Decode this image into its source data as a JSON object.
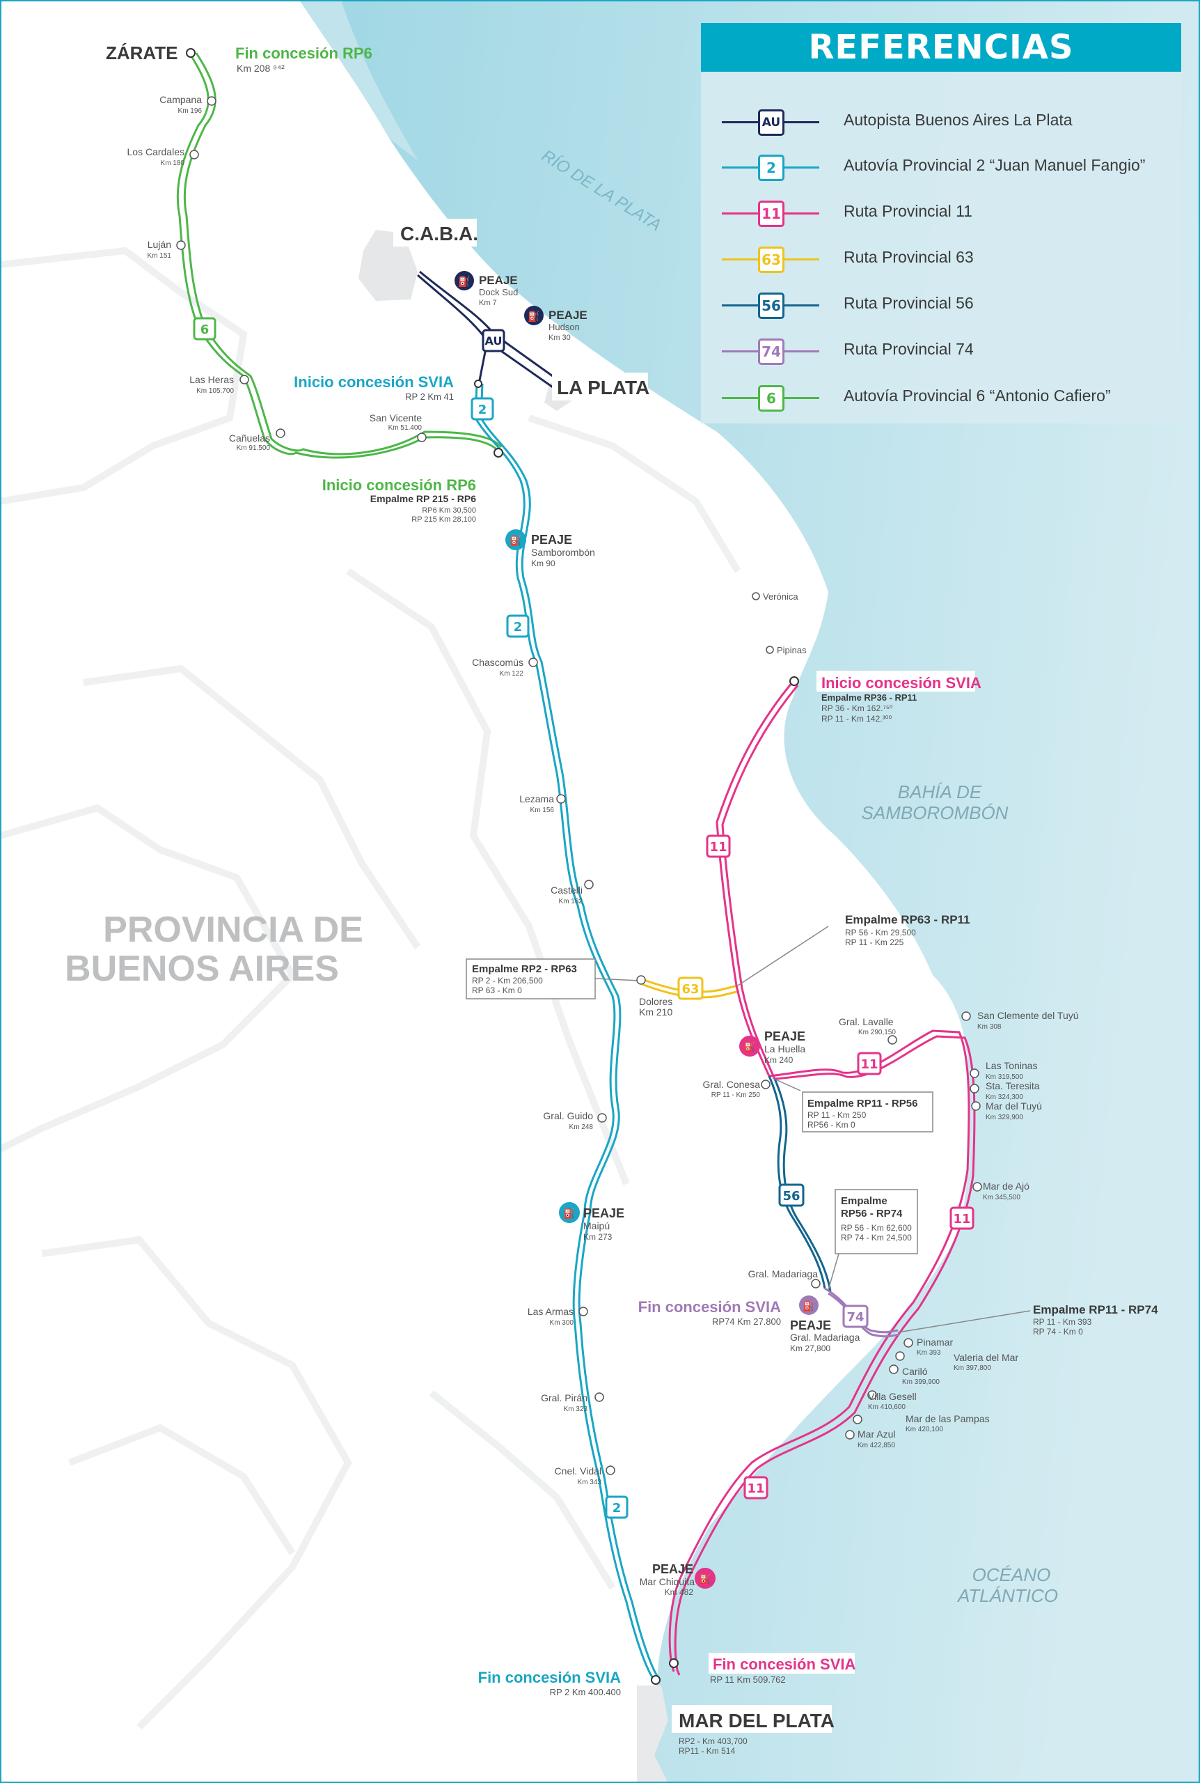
{
  "legend": {
    "title": "REFERENCIAS",
    "items": [
      {
        "code": "AU",
        "label": "Autopista Buenos Aires La Plata",
        "color": "#1e2a5a"
      },
      {
        "code": "2",
        "label": "Autovía Provincial 2 “Juan Manuel Fangio”",
        "color": "#1aa6c4"
      },
      {
        "code": "11",
        "label": "Ruta Provincial 11",
        "color": "#e5338a"
      },
      {
        "code": "63",
        "label": "Ruta Provincial 63",
        "color": "#f0c31b"
      },
      {
        "code": "56",
        "label": "Ruta Provincial 56",
        "color": "#13668f"
      },
      {
        "code": "74",
        "label": "Ruta Provincial 74",
        "color": "#a07ab8"
      },
      {
        "code": "6",
        "label": "Autovía Provincial 6 “Antonio Cafiero”",
        "color": "#4db748"
      }
    ]
  },
  "regions": {
    "province": "PROVINCIA DE",
    "province2": "BUENOS AIRES",
    "rio": "RÍO DE LA PLATA",
    "bahia": "BAHÍA DE",
    "bahia2": "SAMBOROMBÓN",
    "oceano": "OCÉANO",
    "oceano2": "ATLÁNTICO"
  },
  "cities": {
    "zarate": "ZÁRATE",
    "caba": "C.A.B.A.",
    "laplata": "LA PLATA",
    "mdp": "MAR DEL PLATA",
    "mdp_km1": "RP2 - Km 403,700",
    "mdp_km2": "RP11 - Km 514"
  },
  "concessions": {
    "fin_rp6": "Fin concesión RP6",
    "fin_rp6_km": "Km 208 ⁹⁴²",
    "inicio_svia_2": "Inicio concesión SVIA",
    "inicio_svia_2_km": "RP 2 Km 41",
    "inicio_rp6": "Inicio concesión RP6",
    "inicio_rp6_sub": "Empalme RP 215 - RP6",
    "inicio_rp6_km1": "RP6 Km 30,500",
    "inicio_rp6_km2": "RP 215 Km 28,100",
    "inicio_svia_11": "Inicio concesión SVIA",
    "inicio_svia_11_sub": "Empalme RP36 - RP11",
    "inicio_svia_11_km1": "RP 36 - Km 162.⁷⁵⁰",
    "inicio_svia_11_km2": "RP 11 - Km 142.³⁰⁰",
    "fin_svia_74": "Fin concesión SVIA",
    "fin_svia_74_km": "RP74 Km 27.800",
    "fin_svia_2": "Fin concesión SVIA",
    "fin_svia_2_km": "RP 2 Km 400.400",
    "fin_svia_11": "Fin concesión SVIA",
    "fin_svia_11_km": "RP 11 Km 509.762"
  },
  "tolls": {
    "label": "PEAJE",
    "docksud": "Dock Sud",
    "docksud_km": "Km 7",
    "hudson": "Hudson",
    "hudson_km": "Km 30",
    "samborombon": "Samborombón",
    "samborombon_km": "Km 90",
    "lahuella": "La Huella",
    "lahuella_km": "Km 240",
    "maipu": "Maipú",
    "maipu_km": "Km 273",
    "madariaga": "Gral. Madariaga",
    "madariaga_km": "Km 27,800",
    "marchiquita": "Mar Chiquita",
    "marchiquita_km": "Km 482"
  },
  "junctions": {
    "rp2rp63_title": "Empalme RP2 - RP63",
    "rp2rp63_a": "RP 2 - Km 206,500",
    "rp2rp63_b": "RP 63 - Km 0",
    "rp63rp11_title": "Empalme RP63 - RP11",
    "rp63rp11_a": "RP 56 - Km 29,500",
    "rp63rp11_b": "RP 11 - Km 225",
    "rp11rp56_title": "Empalme RP11 - RP56",
    "rp11rp56_a": "RP 11 - Km 250",
    "rp11rp56_b": "RP56 - Km 0",
    "rp56rp74_t1": "Empalme",
    "rp56rp74_t2": "RP56 - RP74",
    "rp56rp74_a": "RP 56 - Km 62,600",
    "rp56rp74_b": "RP 74 - Km 24,500",
    "rp11rp74_title": "Empalme RP11 - RP74",
    "rp11rp74_a": "RP 11 - Km 393",
    "rp11rp74_b": "RP 74 - Km 0"
  },
  "towns": {
    "campana": "Campana",
    "campana_km": "Km 196",
    "loscardales": "Los Cardales",
    "loscardales_km": "Km 180",
    "lujan": "Luján",
    "lujan_km": "Km 151",
    "lasheras": "Las Heras",
    "lasheras_km": "Km 105.700",
    "canuelas": "Cañuelas",
    "canuelas_km": "Km 91.500",
    "sanvicente": "San Vicente",
    "sanvicente_km": "Km 51.400",
    "chascomus": "Chascomús",
    "chascomus_km": "Km 122",
    "lezama": "Lezama",
    "lezama_km": "Km 156",
    "castelli": "Castelli",
    "castelli_km": "Km 182",
    "dolores": "Dolores",
    "dolores_km": "Km 210",
    "gralguido": "Gral. Guido",
    "gralguido_km": "Km 248",
    "lasarmas": "Las Armas",
    "lasarmas_km": "Km 300",
    "gralpiran": "Gral. Pirán",
    "gralpiran_km": "Km 323",
    "cnelvidal": "Cnel. Vidal",
    "cnelvidal_km": "Km 343",
    "veronica": "Verónica",
    "pipinas": "Pipinas",
    "grallavalle": "Gral. Lavalle",
    "grallavalle_km": "Km 290,150",
    "gralconesa": "Gral. Conesa",
    "gralconesa_km": "RP 11 - Km 250",
    "gralmadariaga": "Gral. Madariaga",
    "sanclemente": "San Clemente del Tuyú",
    "sanclemente_km": "Km 308",
    "lastoninas": "Las Toninas",
    "lastoninas_km": "Km 319,500",
    "stateresita": "Sta. Teresita",
    "stateresita_km": "Km 324,300",
    "mardeltuyu": "Mar del Tuyú",
    "mardeltuyu_km": "Km 329,900",
    "mardeajo": "Mar de Ajó",
    "mardeajo_km": "Km 345,500",
    "pinamar": "Pinamar",
    "pinamar_km": "Km 393",
    "valeria": "Valeria del Mar",
    "valeria_km": "Km 397,800",
    "carilo": "Cariló",
    "carilo_km": "Km 399,900",
    "villagesell": "Villa Gesell",
    "villagesell_km": "Km 410,600",
    "mardelaspampas": "Mar de las Pampas",
    "mardelaspampas_km": "Km 420,100",
    "marazul": "Mar Azul",
    "marazul_km": "Km 422,850"
  },
  "shields": {
    "au": "AU",
    "r2": "2",
    "r11": "11",
    "r63": "63",
    "r56": "56",
    "r74": "74",
    "r6": "6"
  },
  "colors": {
    "water_deep": "#3db6cf",
    "water_light": "#d3ebf1",
    "land": "#ffffff",
    "au": "#1e2a5a",
    "rp2": "#1aa6c4",
    "rp11": "#e5338a",
    "rp63": "#f0c31b",
    "rp56": "#13668f",
    "rp74": "#a07ab8",
    "rp6": "#4db748",
    "text": "#3a3a3a"
  }
}
